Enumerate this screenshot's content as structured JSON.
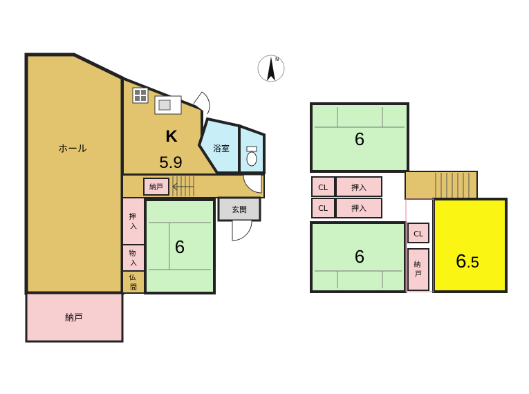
{
  "colors": {
    "hall": "#e2c46e",
    "tatami": "#cdf2c4",
    "storage": "#f8cfd1",
    "bath": "#c8eef7",
    "western_room": "#fbf514",
    "wall": "#222222",
    "outline": "#ef7fa0",
    "page": "#ffffff"
  },
  "compass": {
    "icon": "north-arrow-icon",
    "label": "N"
  },
  "floor1": {
    "hall": {
      "label": "ホール"
    },
    "kitchen": {
      "letter": "K",
      "size": "5.9",
      "icons": [
        "stove-icon",
        "sink-icon"
      ]
    },
    "bath": {
      "label": "浴室"
    },
    "toilet": {
      "icon": "toilet-icon"
    },
    "closet_top": {
      "label": "納戸"
    },
    "entrance": {
      "label": "玄関"
    },
    "tatami_room": {
      "size": "6"
    },
    "oshiire": {
      "label": "押入"
    },
    "mono_ire": {
      "label": "物入"
    },
    "butsuma": {
      "label": "仏間"
    },
    "storage_bottom": {
      "label": "納戸"
    }
  },
  "floor2": {
    "room_top": {
      "size": "6"
    },
    "room_bottom": {
      "size": "6"
    },
    "room_yellow": {
      "size_main": "6",
      "size_frac": ".5"
    },
    "cl_1": {
      "label": "CL"
    },
    "cl_2": {
      "label": "CL"
    },
    "cl_3": {
      "label": "CL"
    },
    "oshiire_1": {
      "label": "押入"
    },
    "oshiire_2": {
      "label": "押入"
    },
    "nando": {
      "label": "納戸"
    }
  }
}
